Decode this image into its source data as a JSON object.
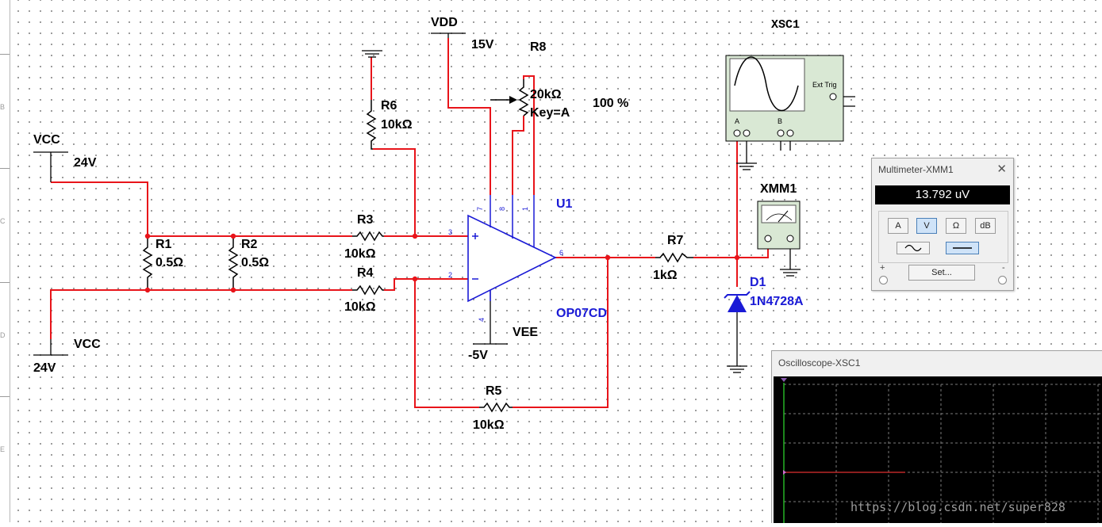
{
  "schematic": {
    "vdd": {
      "name": "VDD",
      "voltage": "15V"
    },
    "vcc_top": {
      "name": "VCC",
      "voltage": "24V"
    },
    "vcc_bottom": {
      "name": "VCC",
      "voltage": "24V"
    },
    "vee": {
      "name": "VEE",
      "voltage": "-5V"
    },
    "r1": {
      "name": "R1",
      "value": "0.5Ω"
    },
    "r2": {
      "name": "R2",
      "value": "0.5Ω"
    },
    "r3": {
      "name": "R3",
      "value": "10kΩ"
    },
    "r4": {
      "name": "R4",
      "value": "10kΩ"
    },
    "r5": {
      "name": "R5",
      "value": "10kΩ"
    },
    "r6": {
      "name": "R6",
      "value": "10kΩ"
    },
    "r7": {
      "name": "R7",
      "value": "1kΩ"
    },
    "r8": {
      "name": "R8",
      "value": "20kΩ",
      "key": "Key=A",
      "setting": "100 %"
    },
    "u1": {
      "name": "U1",
      "part": "OP07CD",
      "pins": [
        "7",
        "8",
        "1",
        "3",
        "2",
        "6",
        "4"
      ]
    },
    "d1": {
      "name": "D1",
      "part": "1N4728A"
    },
    "xsc1": {
      "name": "XSC1",
      "ext_trig": "Ext Trig",
      "chan_a": "A",
      "chan_b": "B"
    },
    "xmm1": {
      "name": "XMM1"
    }
  },
  "multimeter": {
    "title": "Multimeter-XMM1",
    "reading": "13.792 uV",
    "modes": [
      "A",
      "V",
      "Ω",
      "dB"
    ],
    "active_mode": "V",
    "set_label": "Set...",
    "term_plus": "+",
    "term_minus": "-"
  },
  "oscilloscope": {
    "title": "Oscilloscope-XSC1"
  },
  "watermark": "https://blog.csdn.net/super828",
  "ruler_labels": [
    "B",
    "C",
    "D",
    "E"
  ],
  "colors": {
    "wire": "#e8141a",
    "component": "#000000",
    "blue_label": "#1a1ad6",
    "screen": "#000000"
  }
}
